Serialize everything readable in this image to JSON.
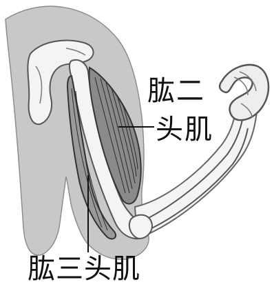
{
  "labels": {
    "biceps_line1": "肱二",
    "biceps_line2": "头肌",
    "triceps": "肱三头肌"
  },
  "colors": {
    "body_fill": "#c8c8c8",
    "bone_fill": "#f4f4f4",
    "bone_stroke": "#555555",
    "muscle_fill": "#8a8a8a",
    "muscle_stroke": "#333333",
    "leader_line": "#111111"
  }
}
